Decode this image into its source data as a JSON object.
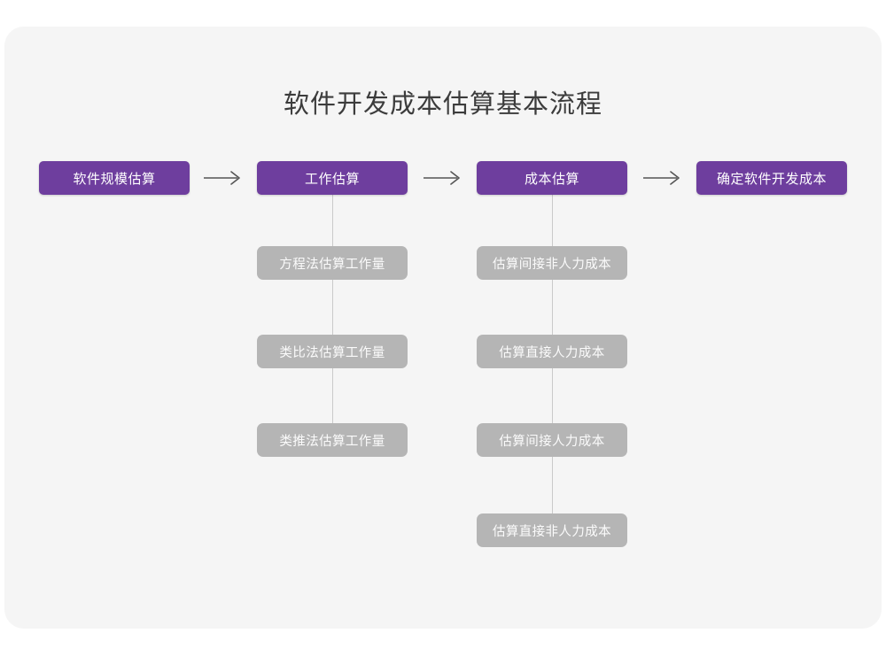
{
  "page": {
    "title": "软件开发成本估算基本流程",
    "card_color": "#f5f5f5",
    "background_color": "#ffffff",
    "accent_color": "#6e3e9e",
    "sub_color": "#b5b5b5",
    "connector_color": "#cacaca",
    "title_color": "#3c3c3c"
  },
  "chart_data": {
    "type": "diagram",
    "title": "软件开发成本估算基本流程",
    "main_flow": [
      {
        "label": "软件规模估算"
      },
      {
        "label": "工作估算"
      },
      {
        "label": "成本估算"
      },
      {
        "label": "确定软件开发成本"
      }
    ],
    "arrows": [
      {
        "from": "软件规模估算",
        "to": "工作估算",
        "glyph": "→"
      },
      {
        "from": "工作估算",
        "to": "成本估算",
        "glyph": "→"
      },
      {
        "from": "成本估算",
        "to": "确定软件开发成本",
        "glyph": "→"
      }
    ],
    "branches": [
      {
        "parent": "工作估算",
        "items": [
          {
            "label": "方程法估算工作量"
          },
          {
            "label": "类比法估算工作量"
          },
          {
            "label": "类推法估算工作量"
          }
        ]
      },
      {
        "parent": "成本估算",
        "items": [
          {
            "label": "估算间接非人力成本"
          },
          {
            "label": "估算直接人力成本"
          },
          {
            "label": "估算间接人力成本"
          },
          {
            "label": "估算直接非人力成本"
          }
        ]
      }
    ]
  }
}
